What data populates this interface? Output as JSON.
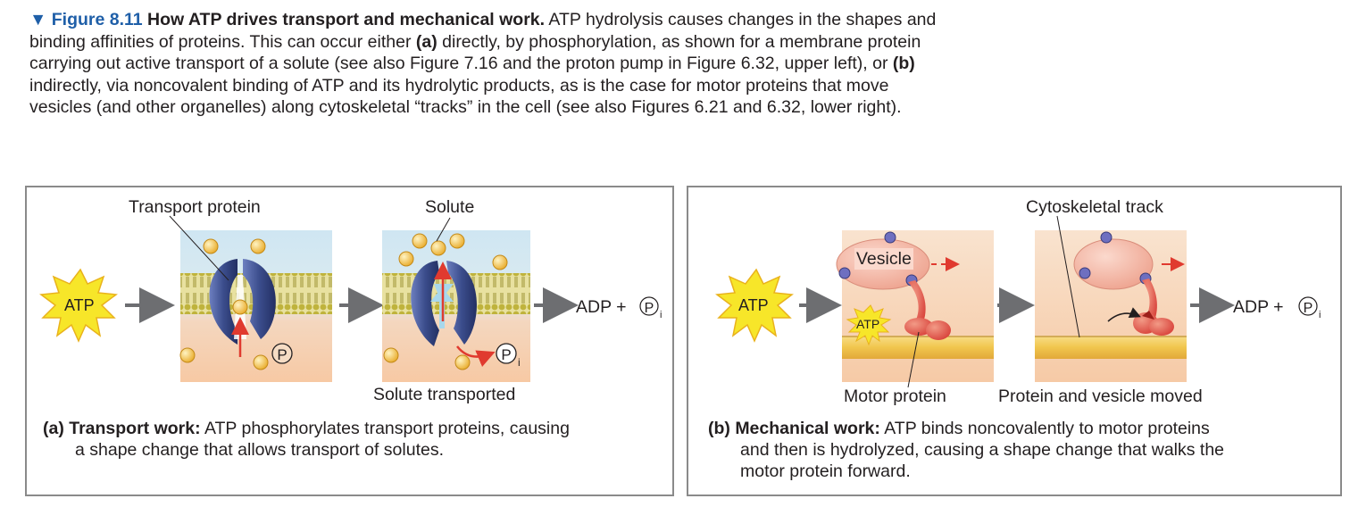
{
  "caption": {
    "marker": "▼",
    "figure_number": "Figure 8.11",
    "title": "How ATP drives transport and mechanical work.",
    "t1": "ATP hydrolysis causes changes in the shapes and binding affinities of proteins. This can occur either",
    "a_marker": "(a)",
    "t2": "directly, by phosphorylation, as shown for a membrane protein carrying out active transport of a solute (see also Figure 7.16 and the proton pump in Figure 6.32, upper left), or",
    "b_marker": "(b)",
    "t3": "indirectly, via noncovalent binding of ATP and its hydrolytic products, as is the case for motor proteins that move vesicles (and other organelles) along cytoskeletal “tracks” in the cell (see also Figures 6.21 and 6.32, lower right)."
  },
  "panel_a": {
    "atp_label": "ATP",
    "transport_protein_label": "Transport protein",
    "solute_label": "Solute",
    "p_label": "P",
    "pi_p": "P",
    "pi_sub": "i",
    "adp_label": "ADP +",
    "solute_transported_label": "Solute transported",
    "desc_lead": "(a) Transport work:",
    "desc_line1": "ATP phosphorylates transport proteins, causing",
    "desc_line2": "a shape change that allows transport of solutes."
  },
  "panel_b": {
    "atp_label": "ATP",
    "atp_small_label": "ATP",
    "vesicle_label": "Vesicle",
    "cytoskeletal_track_label": "Cytoskeletal track",
    "adp_label": "ADP +",
    "pi_p": "P",
    "pi_sub": "i",
    "motor_protein_label": "Motor protein",
    "moved_label": "Protein and vesicle moved",
    "desc_lead": "(b) Mechanical work:",
    "desc_line1": "ATP binds noncovalently to motor proteins",
    "desc_line2": "and then is hydrolyzed, causing a shape change that walks the",
    "desc_line3": "motor protein forward."
  },
  "colors": {
    "figure_blue": "#1f5fa8",
    "atp_yellow": "#f7e629",
    "arrow_gray": "#6d6e71",
    "red_arrow": "#e03a2f",
    "protein_blue": "#3b4d8c",
    "solute_yellow": "#f3c24d",
    "membrane_lipid": "#c4b83e",
    "track_yellow": "#f1c64e",
    "vesicle_pink": "#f2b8a8",
    "motor_red": "#d9453d"
  }
}
